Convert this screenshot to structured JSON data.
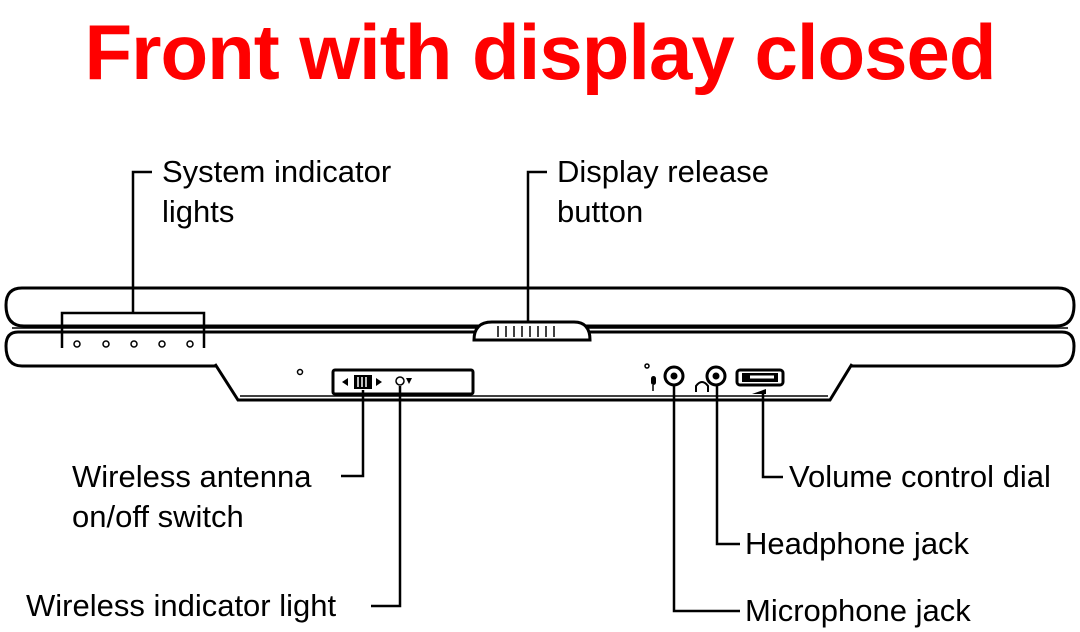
{
  "title": "Front with display closed",
  "colors": {
    "title": "#ff0000",
    "line": "#000000",
    "background": "#ffffff"
  },
  "labels": {
    "system_indicator_lights": {
      "line1": "System indicator",
      "line2": "lights"
    },
    "display_release_button": {
      "line1": "Display release",
      "line2": "button"
    },
    "wireless_antenna_switch": {
      "line1": "Wireless antenna",
      "line2": "on/off switch"
    },
    "wireless_indicator_light": "Wireless indicator light",
    "volume_control_dial": "Volume control dial",
    "headphone_jack": "Headphone jack",
    "microphone_jack": "Microphone jack"
  },
  "icons": [
    "wireless-switch-icon",
    "wireless-indicator-icon",
    "microphone-icon",
    "headphone-icon",
    "volume-dial-icon"
  ]
}
